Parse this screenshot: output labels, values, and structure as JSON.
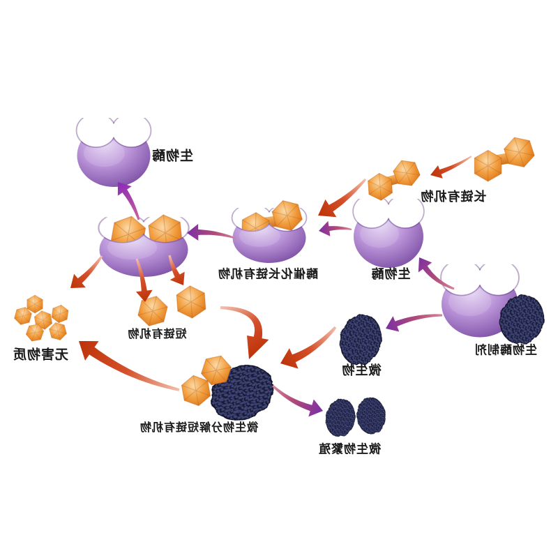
{
  "labels": {
    "enzyme_top": "生物酶",
    "long_chain": "长链有机物",
    "catalysis": "酶催化长链有机物",
    "enzyme_right": "生物酶",
    "preparation": "生物酶制剂",
    "microbe": "微生物",
    "short_chain": "短链有机物",
    "harmless": "无害物质",
    "decompose": "微生物分解短链有机物",
    "reproduction": "微生物繁殖"
  },
  "colors": {
    "background": "#ffffff",
    "text": "#1a1a1a",
    "enzyme_purple_light": "#e6d8f4",
    "enzyme_purple_mid": "#a87fca",
    "enzyme_purple_dark": "#6e3f95",
    "enzyme_purple_edge": "#5a3080",
    "organic_orange_light": "#fbd9a8",
    "organic_orange_mid": "#ee9530",
    "organic_orange_dark": "#bf5a10",
    "microbe_navy": "#171a36",
    "microbe_speck": "#3f4476",
    "microbe_edge": "#0c0e22",
    "arrow_red_head": "#bd3208",
    "arrow_red_mid": "#d4502a",
    "arrow_red_tail": "#f2bfae",
    "arrow_purple_head": "#7b2fa5",
    "arrow_purple_mid": "#b04a77",
    "arrow_purple_tail": "#d4849b"
  },
  "icons": {
    "enzyme": "crescent-enzyme-icon",
    "organic": "hexagon-molecule-icon",
    "microbe": "speckled-blob-icon",
    "flow": "tapered-arrow-icon"
  }
}
